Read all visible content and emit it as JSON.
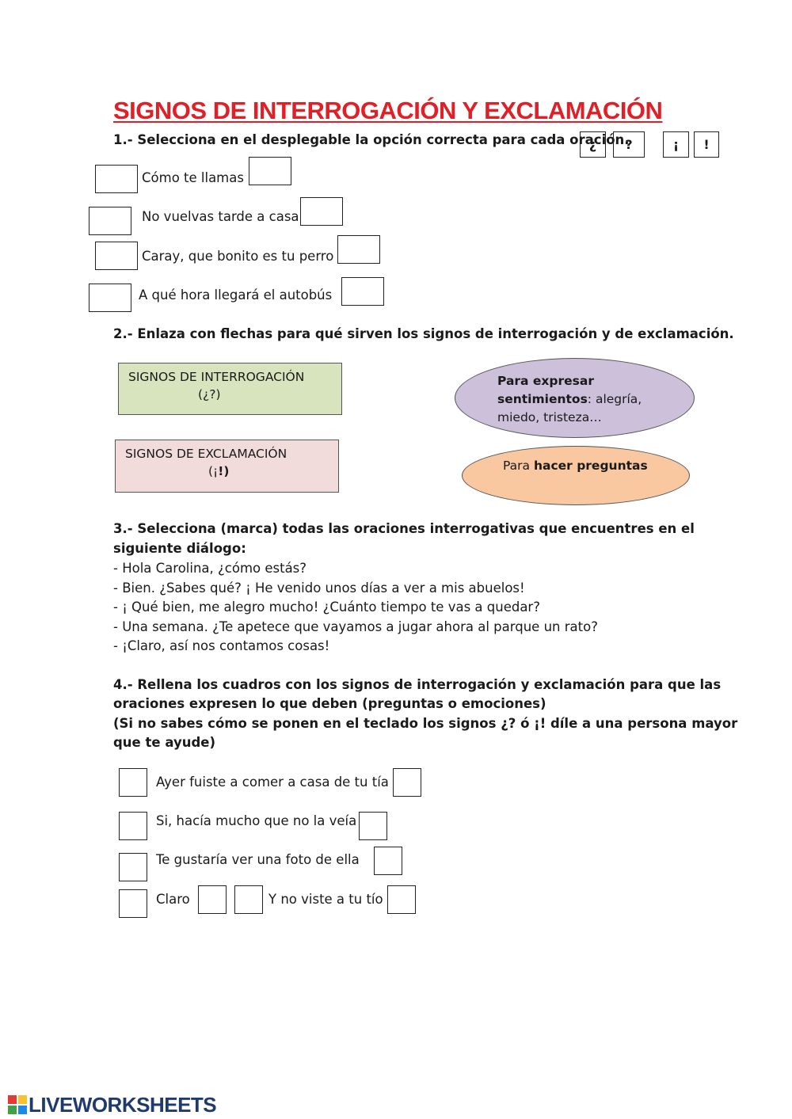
{
  "title": "SIGNOS DE INTERROGACIÓN Y EXCLAMACIÓN",
  "ex1": {
    "instruction": "1.- Selecciona en el desplegable la opción correcta para cada oración.",
    "signs": [
      "¿",
      "?",
      "¡",
      "!"
    ],
    "sentences": [
      "Cómo te llamas",
      "No vuelvas tarde a casa",
      "Caray, que bonito es tu perro",
      "A qué hora llegará el autobús"
    ]
  },
  "ex2": {
    "instruction": "2.- Enlaza con flechas para qué sirven los signos de interrogación y de exclamación.",
    "box_interrogacion": {
      "line1": "SIGNOS DE INTERROGACIÓN",
      "line2": "(¿?)"
    },
    "box_exclamacion": {
      "line1": "SIGNOS DE EXCLAMACIÓN",
      "line2_a": "(¡",
      "line2_b": "!)"
    },
    "ellipse_sentimientos": {
      "bold1": "Para expresar",
      "bold2": "sentimientos",
      "rest2": ": alegría,",
      "line3": "miedo,  tristeza…"
    },
    "ellipse_preguntas": {
      "plain": "Para ",
      "bold": "hacer preguntas"
    },
    "colors": {
      "green": "#d7e4bd",
      "pink": "#f2dcdb",
      "purple": "#ccc0da",
      "orange": "#fac8a0"
    }
  },
  "ex3": {
    "instruction_line1": "3.- Selecciona (marca) todas las oraciones interrogativas que encuentres en el",
    "instruction_line2": "siguiente diálogo:",
    "dialogue": [
      "- Hola Carolina, ¿cómo estás?",
      "- Bien. ¿Sabes qué? ¡ He venido unos días a ver a mis abuelos!",
      "- ¡ Qué bien, me alegro mucho! ¿Cuánto tiempo te vas a quedar?",
      "- Una semana. ¿Te apetece que vayamos a jugar ahora al parque un rato?",
      "- ¡Claro, así nos contamos cosas!"
    ]
  },
  "ex4": {
    "instruction_lines": [
      "4.- Rellena los cuadros con los signos de interrogación y exclamación para que las",
      "oraciones expresen lo que deben (preguntas o emociones)",
      "(Si no sabes cómo se ponen en el teclado los signos ¿? ó ¡! díle a una persona mayor",
      "que te ayude)"
    ],
    "sentences": [
      "Ayer fuiste a comer a casa de tu tía",
      "Si, hacía mucho que no la veía",
      "Te gustaría ver una foto de ella",
      "Claro",
      "Y no viste a tu tío"
    ]
  },
  "footer": {
    "brand": "LIVEWORKSHEETS"
  }
}
